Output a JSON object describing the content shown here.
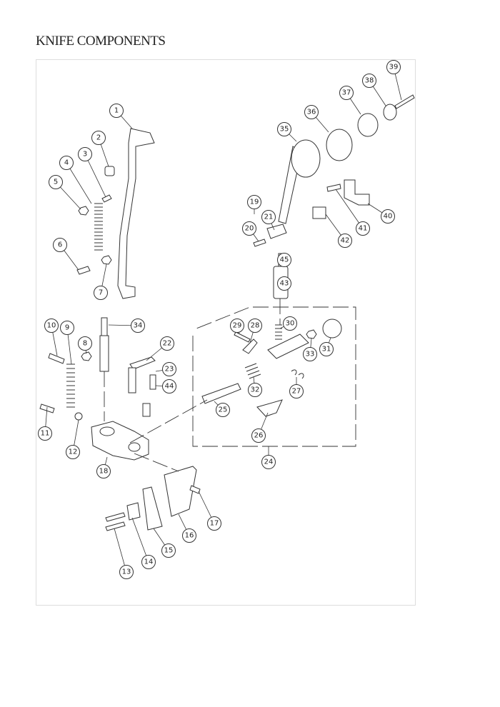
{
  "title": "KNIFE COMPONENTS",
  "callouts": [
    "1",
    "2",
    "3",
    "4",
    "5",
    "6",
    "7",
    "8",
    "9",
    "10",
    "11",
    "12",
    "13",
    "14",
    "15",
    "16",
    "17",
    "18",
    "19",
    "20",
    "21",
    "22",
    "23",
    "24",
    "25",
    "26",
    "27",
    "28",
    "29",
    "30",
    "31",
    "32",
    "33",
    "34",
    "35",
    "36",
    "37",
    "38",
    "39",
    "40",
    "41",
    "42",
    "43",
    "44",
    "45"
  ]
}
